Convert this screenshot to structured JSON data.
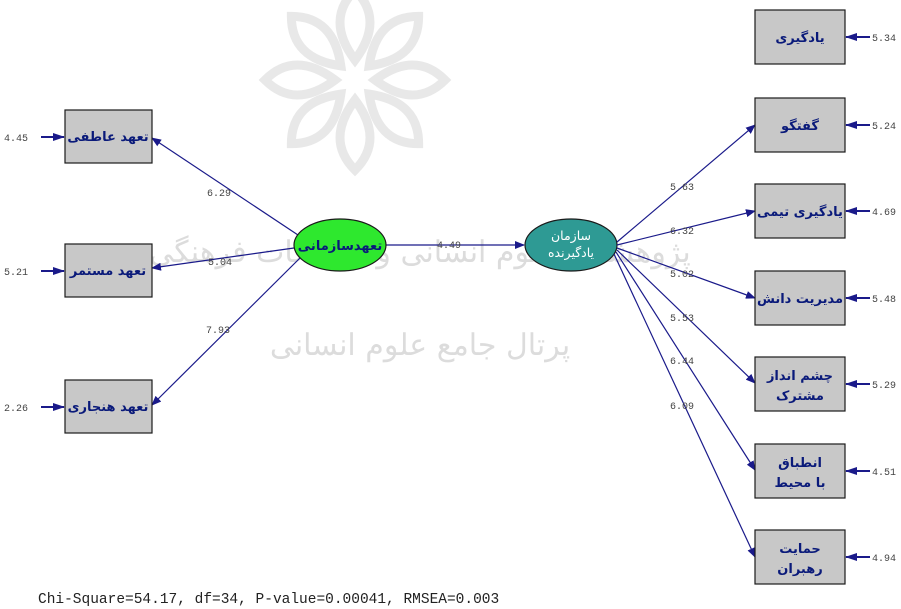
{
  "colors": {
    "box_fill": "#c8c8c8",
    "box_stroke": "#1a1a1a",
    "arrow": "#1a1a8a",
    "latent_org_commitment": "#2ee82e",
    "latent_learning_org": "#2e9a94",
    "label_text": "#0a1a7a"
  },
  "latent": {
    "commitment": {
      "label": "تعهدسازمانی"
    },
    "learning_org": {
      "label_line1": "سازمان",
      "label_line2": "یادگیرنده"
    }
  },
  "left_indicators": [
    {
      "label": "تعهد عاطفی",
      "error": "4.45",
      "loading": "6.29"
    },
    {
      "label": "تعهد مستمر",
      "error": "5.21",
      "loading": "5.04"
    },
    {
      "label": "تعهد هنجاری",
      "error": "2.26",
      "loading": "7.93"
    }
  ],
  "path": {
    "value": "4.49"
  },
  "right_indicators": [
    {
      "line1": "یادگیری",
      "line2": "",
      "error": "5.34",
      "loading": ""
    },
    {
      "line1": "گفتگو",
      "line2": "",
      "error": "5.24",
      "loading": "5.63"
    },
    {
      "line1": "یادگیری تیمی",
      "line2": "",
      "error": "4.69",
      "loading": "6.32"
    },
    {
      "line1": "مدیریت دانش",
      "line2": "",
      "error": "5.48",
      "loading": "5.02"
    },
    {
      "line1": "چشم انداز",
      "line2": "مشترک",
      "error": "5.29",
      "loading": "5.53"
    },
    {
      "line1": "انطباق",
      "line2": "با محیط",
      "error": "4.51",
      "loading": "6.44"
    },
    {
      "line1": "حمایت",
      "line2": "رهبران",
      "error": "4.94",
      "loading": "6.09"
    }
  ],
  "footer": {
    "fit_stats": "Chi-Square=54.17, df=34, P-value=0.00041, RMSEA=0.003"
  },
  "watermark": {
    "line1": "پژوهشگاه علوم انسانی و مطالعات فرهنگی",
    "line2": "پرتال جامع علوم انسانی"
  }
}
